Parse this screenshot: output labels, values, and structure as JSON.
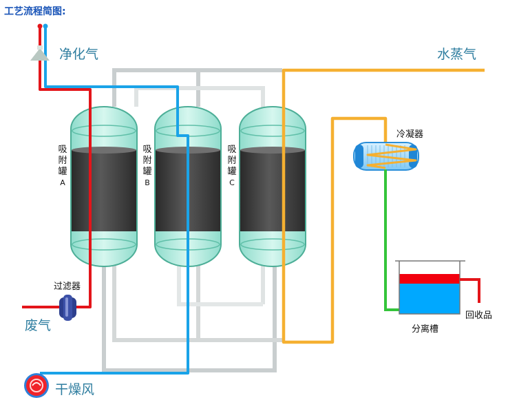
{
  "title": "工艺流程简图:",
  "labels": {
    "clean_gas": "净化气",
    "steam": "水蒸气",
    "condenser": "冷凝器",
    "filter": "过滤器",
    "waste_gas": "废气",
    "dry_air": "干燥风",
    "separator": "分离槽",
    "recovered": "回收品"
  },
  "tanks": [
    {
      "chars": [
        "吸",
        "附",
        "罐"
      ],
      "suffix": "A"
    },
    {
      "chars": [
        "吸",
        "附",
        "罐"
      ],
      "suffix": "B"
    },
    {
      "chars": [
        "吸",
        "附",
        "罐"
      ],
      "suffix": "C"
    }
  ],
  "colors": {
    "waste_gas_line": "#e3151a",
    "dry_air_line": "#1aa3e8",
    "steam_line": "#f5b031",
    "condensate_line": "#34c43a",
    "recovery_line": "#e3151a",
    "frame_pipes": "#c9cecf",
    "tank_shell": "#b6eae0",
    "tank_core": "#3d3d3d",
    "water": "#00a8ff",
    "oil_layer": "#f2000e"
  }
}
